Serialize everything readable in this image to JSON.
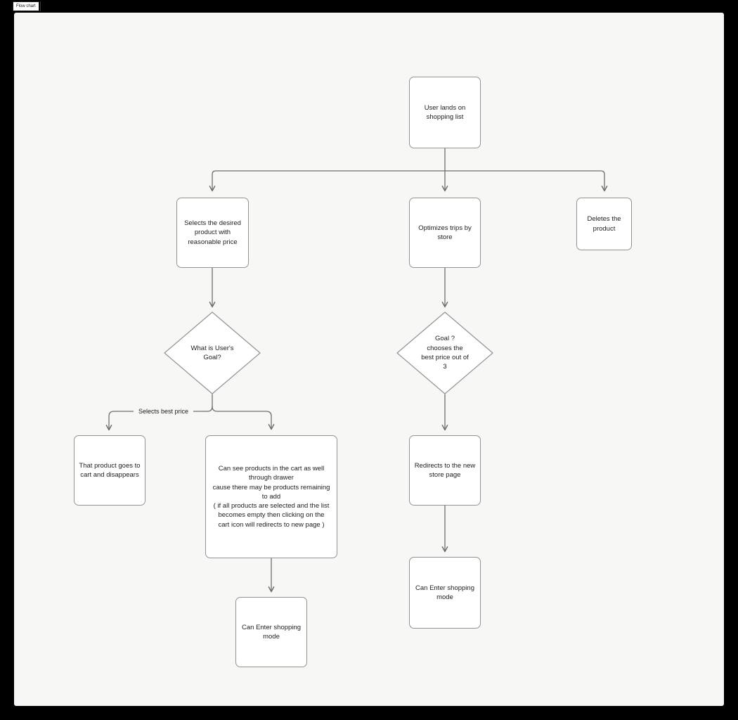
{
  "tab": {
    "label": "Flow chart"
  },
  "diagram": {
    "nodes": {
      "start": "User lands on\nshopping list",
      "select_product": "Selects the desired\nproduct with\nreasonable price",
      "optimize_trips": "Optimizes trips by\nstore",
      "delete_product": "Deletes the\nproduct",
      "user_goal_decision": "What is User's\nGoal?",
      "best_price_decision": "Goal ?\nchooses the\nbest price out of\n3",
      "product_to_cart": "That product goes to\ncart and disappears",
      "cart_drawer": "Can see products in the cart as well\nthrough drawer\ncause there may be products remaining\nto add\n( if all products are selected and the list\nbecomes empty then clicking on the\ncart icon will redirects to new page )",
      "enter_shopping_mode_left": "Can Enter shopping\nmode",
      "redirect_store_page": "Redirects to the new\nstore page",
      "enter_shopping_mode_right": "Can Enter shopping\nmode"
    },
    "edge_labels": {
      "selects_best_price": "Selects best price"
    },
    "colors": {
      "canvas_bg": "#F7F7F5",
      "node_border": "#939393",
      "connector": "#6e6e6e",
      "text": "#1d1d1f"
    }
  }
}
